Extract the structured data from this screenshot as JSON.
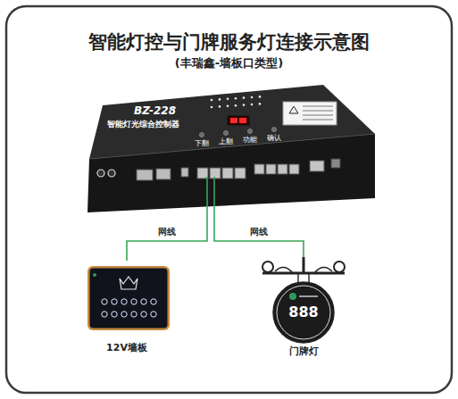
{
  "diagram": {
    "title": "智能灯控与门牌服务灯连接示意图",
    "nodes": [
      {
        "text": [
          "BZ-228",
          "智能灯光综合控制器"
        ]
      },
      {
        "text": [
          "12V墙板"
        ]
      },
      {
        "text": [
          "888",
          "门牌灯"
        ]
      }
    ],
    "edges": [
      {
        "from": 0,
        "to": 1,
        "arrow": "none",
        "label": "网线"
      },
      {
        "from": 0,
        "to": 2,
        "arrow": "none",
        "label": "网线"
      }
    ],
    "labels": [
      "(丰瑞鑫-墙板口类型)",
      "下翻",
      "上翻",
      "功能",
      "确认"
    ]
  }
}
